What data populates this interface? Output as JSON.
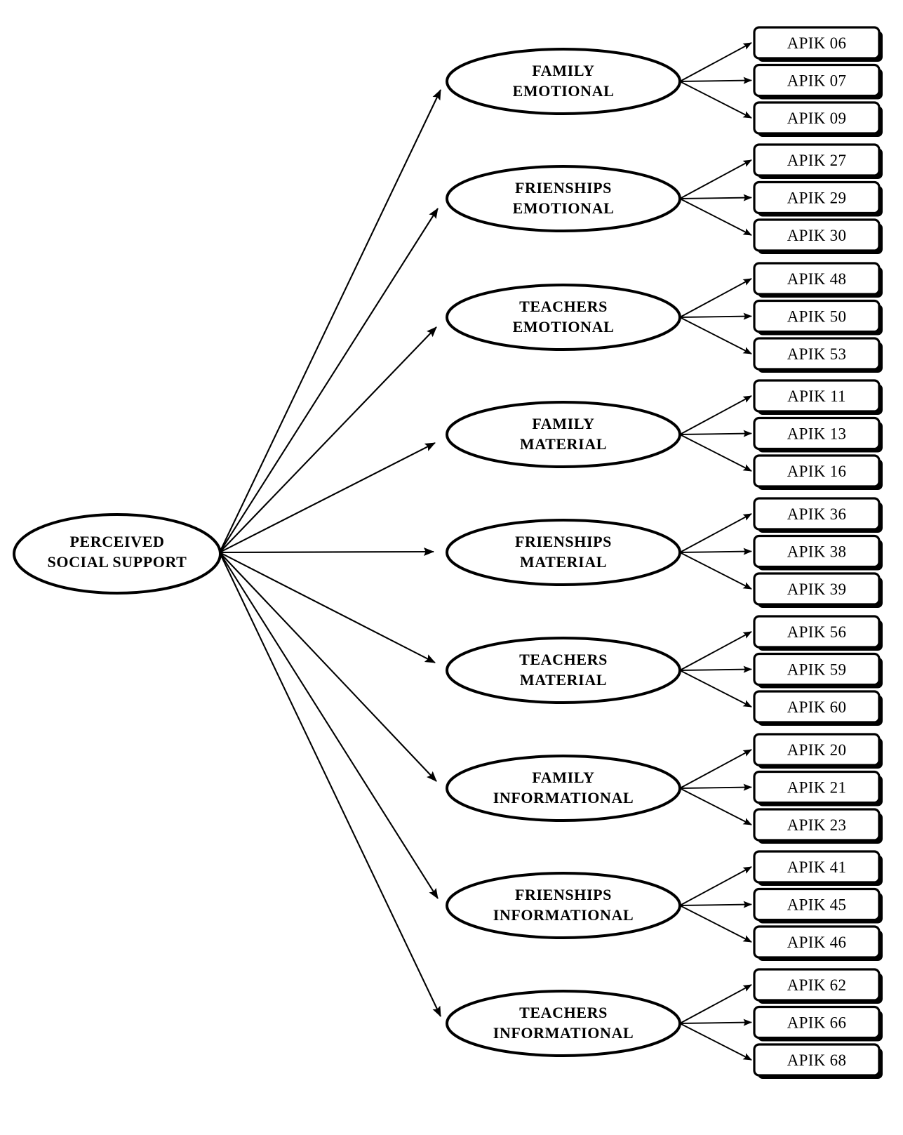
{
  "figure": {
    "type": "sem-path-diagram",
    "background_color": "#ffffff",
    "line_color": "#000000"
  },
  "center_node": {
    "name": "perceived-social-support",
    "line1": "PERCEIVED",
    "line2": "SOCIAL SUPPORT"
  },
  "constructs": [
    {
      "id": "family-emotional",
      "line1": "FAMILY",
      "line2": "EMOTIONAL",
      "indicators": [
        {
          "label": "APIK 06"
        },
        {
          "label": "APIK 07"
        },
        {
          "label": "APIK 09"
        }
      ]
    },
    {
      "id": "frienships-emotional",
      "line1": "FRIENSHIPS",
      "line2": "EMOTIONAL",
      "indicators": [
        {
          "label": "APIK 27"
        },
        {
          "label": "APIK 29"
        },
        {
          "label": "APIK 30"
        }
      ]
    },
    {
      "id": "teachers-emotional",
      "line1": "TEACHERS",
      "line2": "EMOTIONAL",
      "indicators": [
        {
          "label": "APIK 48"
        },
        {
          "label": "APIK 50"
        },
        {
          "label": "APIK 53"
        }
      ]
    },
    {
      "id": "family-material",
      "line1": "FAMILY",
      "line2": "MATERIAL",
      "indicators": [
        {
          "label": "APIK 11"
        },
        {
          "label": "APIK 13"
        },
        {
          "label": "APIK 16"
        }
      ]
    },
    {
      "id": "frienships-material",
      "line1": "FRIENSHIPS",
      "line2": "MATERIAL",
      "indicators": [
        {
          "label": "APIK 36"
        },
        {
          "label": "APIK 38"
        },
        {
          "label": "APIK 39"
        }
      ]
    },
    {
      "id": "teachers-material",
      "line1": "TEACHERS",
      "line2": "MATERIAL",
      "indicators": [
        {
          "label": "APIK 56"
        },
        {
          "label": "APIK 59"
        },
        {
          "label": "APIK 60"
        }
      ]
    },
    {
      "id": "family-informational",
      "line1": "FAMILY",
      "line2": "INFORMATIONAL",
      "indicators": [
        {
          "label": "APIK 20"
        },
        {
          "label": "APIK 21"
        },
        {
          "label": "APIK 23"
        }
      ]
    },
    {
      "id": "frienships-informational",
      "line1": "FRIENSHIPS",
      "line2": "INFORMATIONAL",
      "indicators": [
        {
          "label": "APIK 41"
        },
        {
          "label": "APIK 45"
        },
        {
          "label": "APIK 46"
        }
      ]
    },
    {
      "id": "teachers-informational",
      "line1": "TEACHERS",
      "line2": "INFORMATIONAL",
      "indicators": [
        {
          "label": "APIK 62"
        },
        {
          "label": "APIK 66"
        },
        {
          "label": "APIK 68"
        }
      ]
    }
  ]
}
